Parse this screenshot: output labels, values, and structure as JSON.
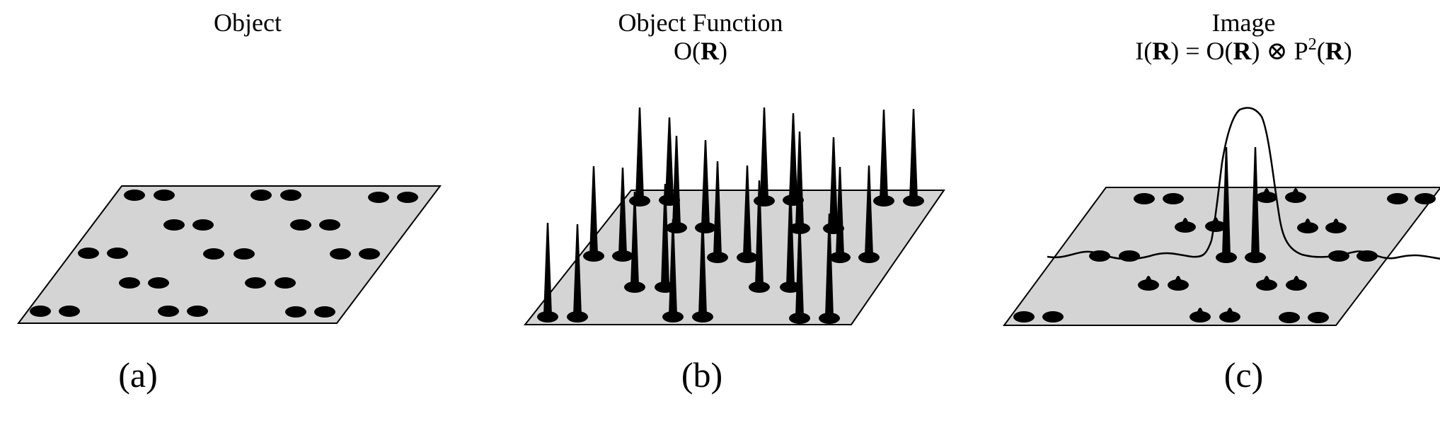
{
  "panel_a": {
    "title": "Object",
    "caption": "(a)"
  },
  "panel_b": {
    "title_line1": "Object Function",
    "formula": {
      "O": "O(",
      "R": "R",
      "close": ")"
    },
    "caption": "(b)"
  },
  "panel_c": {
    "title_line1": "Image",
    "formula": {
      "p1": "I(",
      "r1": "R",
      "p2": ") = O(",
      "r2": "R",
      "p3": ") ⊗ P",
      "sup": "2",
      "p4": "(",
      "r3": "R",
      "p5": ")"
    },
    "caption": "(c)"
  },
  "colors": {
    "ink": "#000000",
    "plane_fill": "#d4d4d4",
    "background": "#ffffff"
  }
}
